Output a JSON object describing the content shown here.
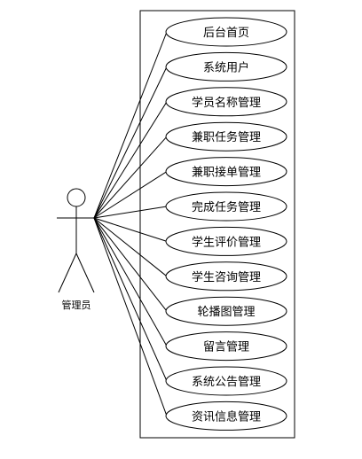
{
  "actor": {
    "label": "管理员"
  },
  "use_cases": [
    "后台首页",
    "系统用户",
    "学员名称管理",
    "兼职任务管理",
    "兼职接单管理",
    "完成任务管理",
    "学生评价管理",
    "学生咨询管理",
    "轮播图管理",
    "留言管理",
    "系统公告管理",
    "资讯信息管理"
  ],
  "colors": {
    "stroke": "#000000",
    "background": "#ffffff"
  }
}
